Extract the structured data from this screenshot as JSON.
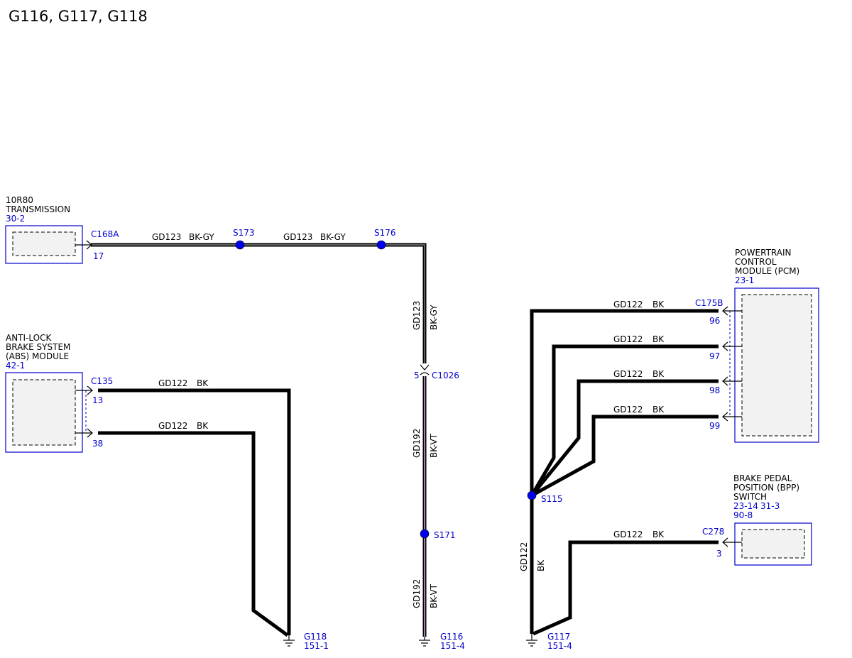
{
  "title": "G116, G117, G118",
  "components": {
    "transmission": {
      "name_lines": [
        "10R80",
        "TRANSMISSION"
      ],
      "ref": "30-2",
      "connector": "C168A",
      "pin": "17"
    },
    "abs": {
      "name_lines": [
        "ANTI-LOCK",
        "BRAKE SYSTEM",
        "(ABS) MODULE"
      ],
      "ref": "42-1",
      "connector": "C135",
      "pins": [
        "13",
        "38"
      ]
    },
    "pcm": {
      "name_lines": [
        "POWERTRAIN",
        "CONTROL",
        "MODULE (PCM)"
      ],
      "ref": "23-1",
      "connector": "C175B",
      "pins": [
        "96",
        "97",
        "98",
        "99"
      ]
    },
    "bpp": {
      "name_lines": [
        "BRAKE PEDAL",
        "POSITION (BPP)",
        "SWITCH"
      ],
      "refs": [
        "23-14",
        "31-3",
        "90-8"
      ],
      "connector": "C278",
      "pin": "3"
    }
  },
  "inline_connector": {
    "name": "C1026",
    "pin": "5"
  },
  "splices": [
    "S173",
    "S176",
    "S171",
    "S115"
  ],
  "grounds": [
    {
      "name": "G118",
      "ref": "151-1"
    },
    {
      "name": "G116",
      "ref": "151-4"
    },
    {
      "name": "G117",
      "ref": "151-4"
    }
  ],
  "wires": {
    "gd123": {
      "circuit": "GD123",
      "color": "BK-GY"
    },
    "gd122": {
      "circuit": "GD122",
      "color": "BK"
    },
    "gd192": {
      "circuit": "GD192",
      "color": "BK-VT"
    }
  },
  "colors": {
    "label_blue": "#0000cc",
    "splice_blue": "#0000ee",
    "wire": "#000000"
  }
}
